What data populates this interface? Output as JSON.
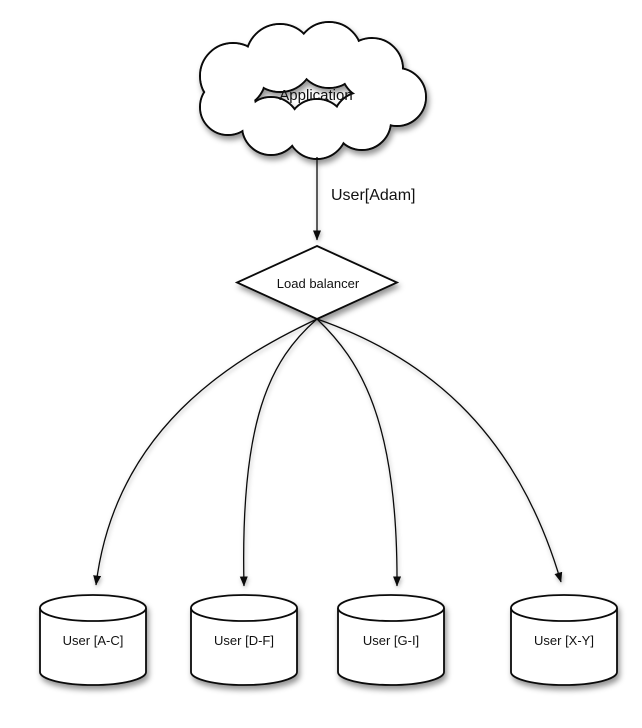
{
  "diagram": {
    "cloud": {
      "label": "Application"
    },
    "edge_label": "User[Adam]",
    "diamond": {
      "label": "Load balancer"
    },
    "cylinders": [
      {
        "label": "User [A-C]"
      },
      {
        "label": "User [D-F]"
      },
      {
        "label": "User [G-I]"
      },
      {
        "label": "User [X-Y]"
      }
    ],
    "colors": {
      "background": "#ffffff",
      "shape_fill": "#ffffff",
      "stroke": "#0a0a0a",
      "text": "#111111"
    }
  }
}
